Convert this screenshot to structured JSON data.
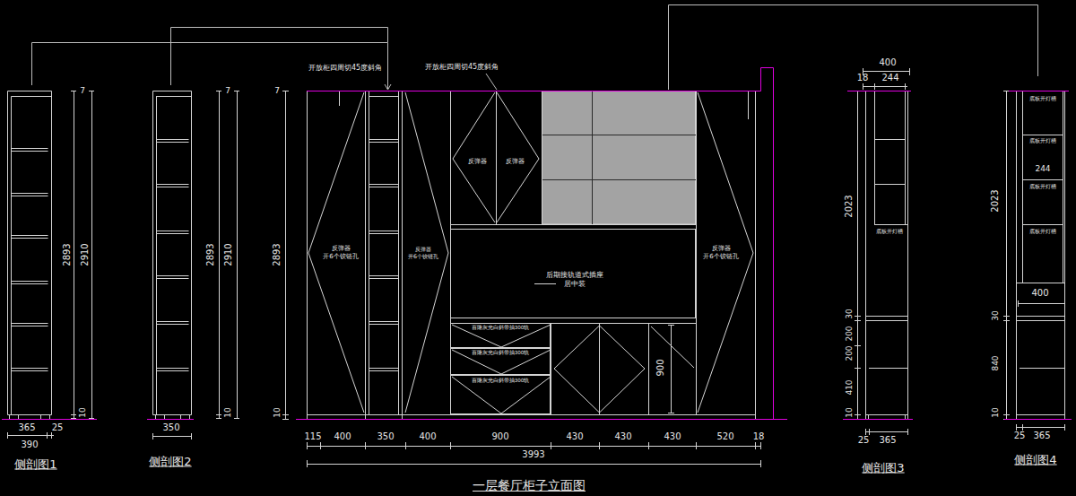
{
  "diagram": {
    "caption": "一层餐厅柜子立面图",
    "nodes": [
      {
        "text": [
          "反弹器",
          "开6个铰链孔"
        ]
      },
      {
        "text": [
          "反弹器",
          "开6个铰链孔"
        ]
      },
      {
        "text": [
          "反弹器"
        ]
      },
      {
        "text": [
          "反弹器"
        ]
      },
      {
        "text": [
          "后期接轨道式插座",
          "居中装"
        ]
      },
      {
        "text": [
          "百隆灰光白斜带抽300轨"
        ]
      },
      {
        "text": [
          "百隆灰光白斜带抽300轨"
        ]
      },
      {
        "text": [
          "百隆灰光白斜带抽300轨"
        ]
      },
      {
        "text": [
          "反弹器",
          "开6个铰链孔"
        ]
      }
    ],
    "labels": [
      "开放柜四周切45度斜角",
      "开放柜四周切45度斜角",
      "侧剖图1",
      "2893",
      "2910",
      "7",
      "10",
      "365",
      "25",
      "390",
      "侧剖图2",
      "2893",
      "2910",
      "7",
      "10",
      "350",
      "7",
      "2893",
      "10",
      "115",
      "400",
      "350",
      "400",
      "900",
      "430",
      "430",
      "430",
      "520",
      "18",
      "3993",
      "900",
      "400",
      "18",
      "244",
      "2023",
      "30",
      "200",
      "200",
      "410",
      "10",
      "25",
      "365",
      "侧剖图3",
      "底板开灯槽",
      "底板开灯槽",
      "底板开灯槽",
      "244",
      "底板开灯槽",
      "底板开灯槽",
      "400",
      "2023",
      "30",
      "840",
      "10",
      "25",
      "365",
      "侧剖图4"
    ]
  }
}
